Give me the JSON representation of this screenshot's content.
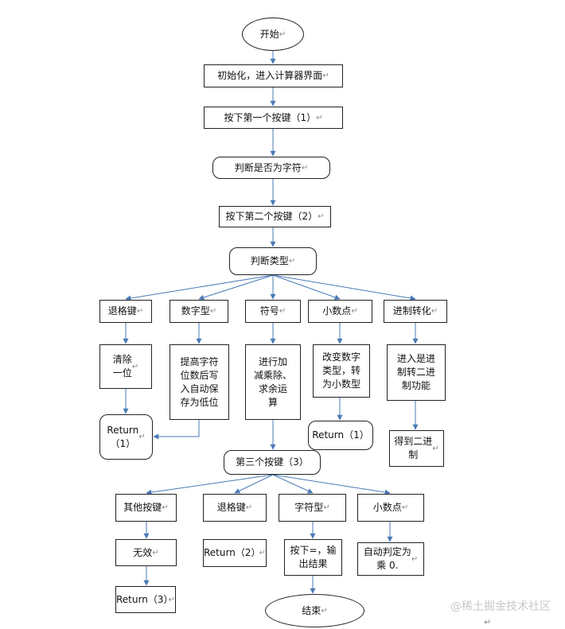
{
  "nodes": {
    "start": "开始",
    "init": "初始化，进入计算器界面",
    "press1": "按下第一个按键（1）",
    "judge_char": "判断是否为字符",
    "press2": "按下第二个按键（2）",
    "judge_type": "判断类型",
    "backspace1": "退格键",
    "digit": "数字型",
    "symbol": "符号",
    "decimal1": "小数点",
    "radix": "进制转化",
    "clear_one": "清除\n一位",
    "digit_action": "提高字符\n位数后写\n入自动保\n存为低位",
    "symbol_action": "进行加\n减乘除、\n求余运\n算",
    "decimal_action": "改变数字\n类型，转\n为小数型",
    "radix_action": "进入是进\n制转二进\n制功能",
    "return1a": "Return\n（1）",
    "return1b": "Return（1）",
    "binary": "得到二进\n制",
    "press3": "第三个按键（3）",
    "other": "其他按键",
    "backspace2": "退格键",
    "char_type": "字符型",
    "decimal2": "小数点",
    "invalid": "无效",
    "return2": "Return（2）",
    "output": "按下=，输\n出结果",
    "auto_mult": "自动判定为\n乘 0.",
    "return3": "Return（3）",
    "end": "结束"
  },
  "paragraph_mark": "↵",
  "watermark": "@稀土掘金技术社区",
  "colors": {
    "arrow": "#4a7ab5",
    "border": "#222222"
  }
}
